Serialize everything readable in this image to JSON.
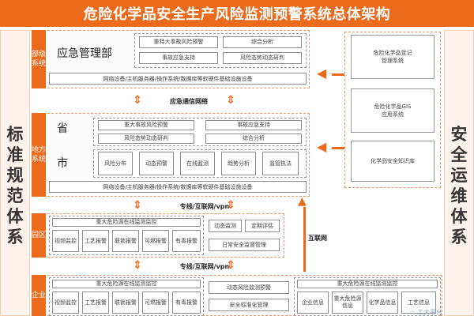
{
  "title": "危险化学品安全生产风险监测预警系统总体架构",
  "left_column": [
    "标",
    "准",
    "规",
    "范",
    "体",
    "系"
  ],
  "right_column": [
    "安",
    "全",
    "运",
    "维",
    "体",
    "系"
  ],
  "ministry": {
    "tag": [
      "部级",
      "系统"
    ],
    "main_label": "应急管理部",
    "cells": [
      "重特大事故风险预警",
      "综合分析",
      "事故应急支持",
      "风险态势动态研判"
    ],
    "infra_bar": "网络设备/主机服务器/操作系统/数据库等软硬件基础设施设备"
  },
  "comm_network": "应急通信网络",
  "local": {
    "tag": [
      "地方",
      "系统"
    ],
    "province_label": "省",
    "city_label": "市",
    "province_cells": [
      "重大事故风险预警",
      "事故应急支持",
      "风险态势动态研判",
      "综合分析"
    ],
    "city_cells": [
      "风险分布",
      "动态预警",
      "在线监测",
      "趋势分析",
      "监管执法"
    ],
    "infra_bar": "网络设备/主机服务器/操作系统/数据库等软硬件基础设施设备"
  },
  "line_vpn_1": "专线/互联网/vpn",
  "internet": "互联网",
  "park": {
    "tag": [
      "园区"
    ],
    "monitor_title": "重大危险源在线监测监控",
    "cells": [
      "视频监控",
      "工艺报警",
      "联锁报警",
      "可燃报警",
      "有毒报警"
    ],
    "mid_cells": [
      "动态监测",
      "定期评估"
    ],
    "bottom_cell": "日常安全监督管理"
  },
  "line_vpn_2": "专线/互联网/vpn",
  "enterprise": {
    "tag": [
      "企业"
    ],
    "monitor_title": "重大危险源在线监测监控",
    "cells": [
      "视频监控",
      "工艺报警",
      "联锁报警",
      "可燃报警",
      "有毒报警"
    ],
    "mid_top": "动态风险监测预警",
    "mid_bottom": "安全标准化管理",
    "right_title": "重大危险源在线监测监控",
    "right_cells": [
      "企业信息",
      "重大危险源信息",
      "化学品信息",
      "工艺信息"
    ]
  },
  "right_systems": [
    [
      "危险化学品登记",
      "管理系统"
    ],
    [
      "危险化学品GIS",
      "应用系统"
    ],
    [
      "化学品安全知识库"
    ]
  ],
  "watermark": "☆ 工大平台",
  "colors": {
    "accent": "#ec6a1c",
    "side_bg": "#fdf3ec"
  }
}
